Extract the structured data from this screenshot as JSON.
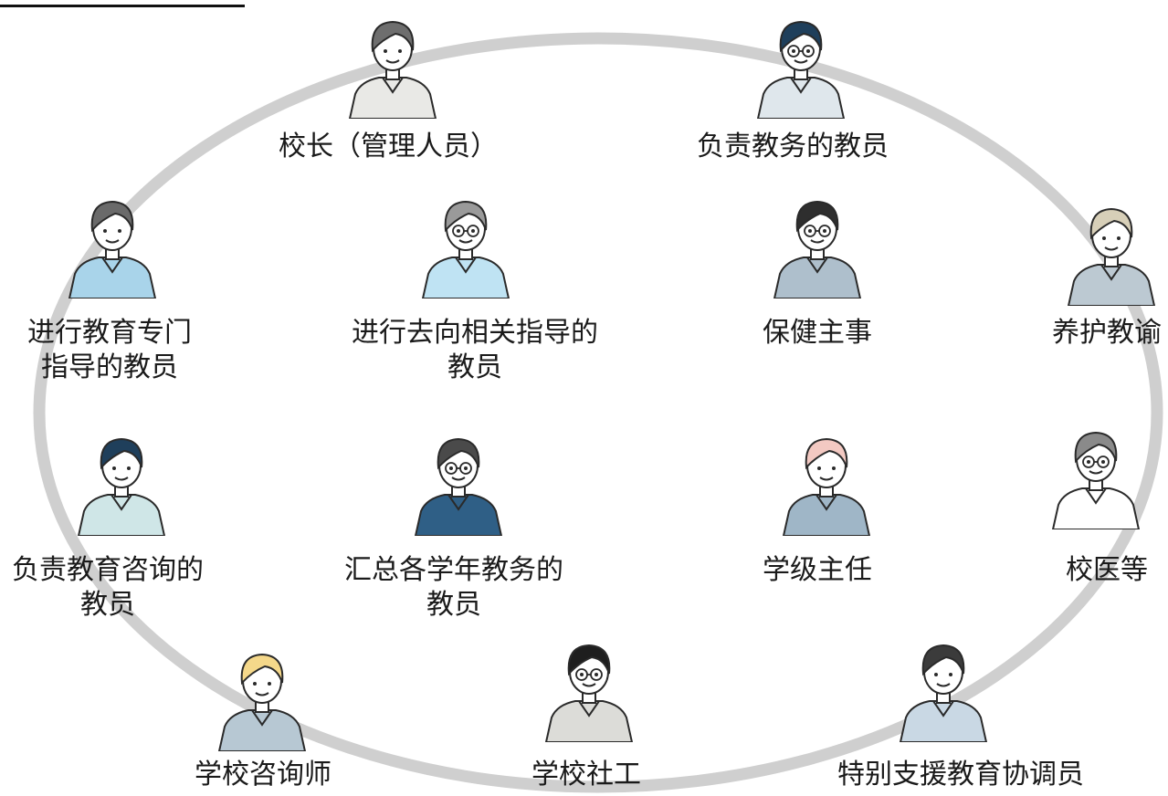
{
  "roles": [
    {
      "id": "principal",
      "lines": [
        "校长（管理人员）"
      ],
      "hair": "#6e6e6e",
      "top": "#e9e9e6",
      "skin": "#ffffff",
      "glasses": false
    },
    {
      "id": "academic-affairs-teacher",
      "lines": [
        "负责教务的教员"
      ],
      "hair": "#1f3f5b",
      "top": "#dfe7ec",
      "skin": "#ffffff",
      "glasses": true
    },
    {
      "id": "specialized-education-teacher",
      "lines": [
        "进行教育专门",
        "指导的教员"
      ],
      "hair": "#6a6a6a",
      "top": "#a9d4ea",
      "skin": "#ffffff",
      "glasses": false
    },
    {
      "id": "career-guidance-teacher",
      "lines": [
        "进行去向相关指导的",
        "教员"
      ],
      "hair": "#9a9a9a",
      "top": "#bfe3f3",
      "skin": "#ffffff",
      "glasses": true
    },
    {
      "id": "health-director",
      "lines": [
        "保健主事"
      ],
      "hair": "#2e2e2e",
      "top": "#aebfcc",
      "skin": "#ffffff",
      "glasses": true
    },
    {
      "id": "school-nurse-teacher",
      "lines": [
        "养护教谕"
      ],
      "hair": "#d7cfb8",
      "top": "#bcc9d2",
      "skin": "#ffffff",
      "glasses": false
    },
    {
      "id": "education-counseling-teacher",
      "lines": [
        "负责教育咨询的",
        "教员"
      ],
      "hair": "#1f3f5b",
      "top": "#cfe6e7",
      "skin": "#ffffff",
      "glasses": false
    },
    {
      "id": "grade-coordinator-teacher",
      "lines": [
        "汇总各学年教务的",
        "教员"
      ],
      "hair": "#4a4a4a",
      "top": "#2f5f86",
      "skin": "#ffffff",
      "glasses": true
    },
    {
      "id": "homeroom-teacher",
      "lines": [
        "学级主任"
      ],
      "hair": "#f3c9c2",
      "top": "#9fb6c7",
      "skin": "#ffffff",
      "glasses": false
    },
    {
      "id": "school-doctor",
      "lines": [
        "校医等"
      ],
      "hair": "#8a8a8a",
      "top": "#ffffff",
      "skin": "#ffffff",
      "glasses": true
    },
    {
      "id": "school-counselor",
      "lines": [
        "学校咨询师"
      ],
      "hair": "#f5d88a",
      "top": "#b7c8d3",
      "skin": "#ffffff",
      "glasses": false
    },
    {
      "id": "school-social-worker",
      "lines": [
        "学校社工"
      ],
      "hair": "#1e1e1e",
      "top": "#dcdcd8",
      "skin": "#ffffff",
      "glasses": true
    },
    {
      "id": "special-support-coordinator",
      "lines": [
        "特别支援教育协调员"
      ],
      "hair": "#3b3b3b",
      "top": "#c9d8e4",
      "skin": "#ffffff",
      "glasses": false
    }
  ],
  "colors": {
    "ring": "#cfcfcf",
    "outline": "#2a2a2a"
  }
}
